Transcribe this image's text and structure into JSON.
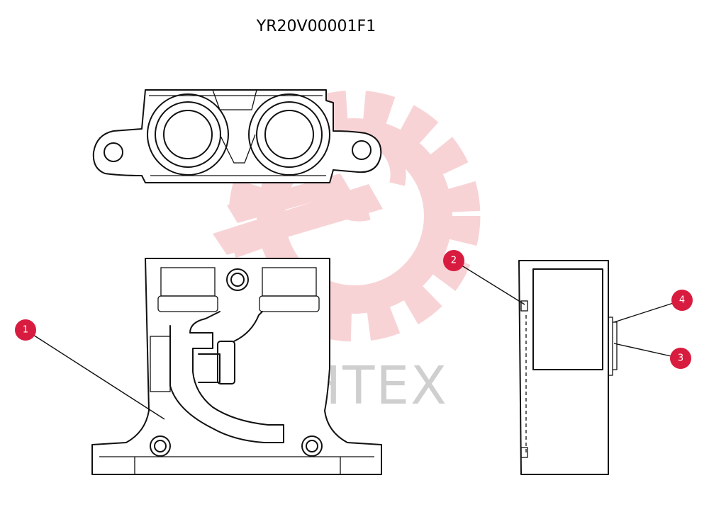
{
  "drawing": {
    "part_code": "YR20V00001F1",
    "watermark_text": "ИНТЕХ",
    "callouts": [
      {
        "label": "1"
      },
      {
        "label": "2"
      },
      {
        "label": "3"
      },
      {
        "label": "4"
      }
    ]
  },
  "colors": {
    "callout_fill": "#d81c3f",
    "watermark_gear": "#f6c5c9",
    "line": "#111111"
  }
}
